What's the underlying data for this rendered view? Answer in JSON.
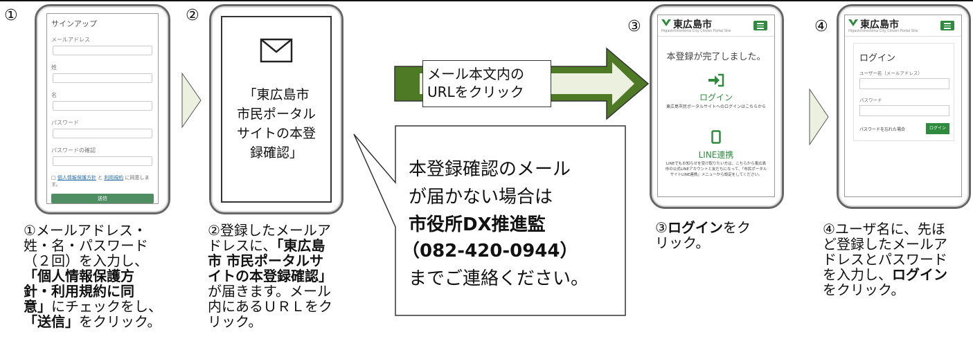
{
  "steps": {
    "n1": "①",
    "n2": "②",
    "n3": "③",
    "n4": "④"
  },
  "signup": {
    "title": "サインアップ",
    "email_label": "メールアドレス",
    "last_name_label": "姓",
    "first_name_label": "名",
    "password_label": "パスワード",
    "password_confirm_label": "パスワードの確認",
    "agree_prefix": "□ ",
    "privacy_link": "個人情報保護方針",
    "agree_and": " と ",
    "terms_link": "利用規約",
    "agree_suffix": " に同意します。",
    "submit_label": "送信"
  },
  "mail": {
    "icon": "envelope-icon",
    "subject": "「東広島市\n市民ポータル\nサイトの本登\n録確認」"
  },
  "arrow_label": "メール本文内の\nURLをクリック",
  "callout": {
    "line1": "本登録確認のメール",
    "line2": "が届かない場合は",
    "contact_name": "市役所DX推進監",
    "phone": "（082-420-0944）",
    "line5": "までご連絡ください。"
  },
  "portal": {
    "logo_text": "東広島市",
    "logo_sub": "Higashihiroshima City Citizen Portal Site",
    "menu_icon": "hamburger-menu-icon"
  },
  "complete": {
    "heading": "本登録が完了しました。",
    "login_icon": "login-icon",
    "login_label": "ログイン",
    "login_desc": "東広島市民ポータルサイトへのログインはこちらから",
    "phone_icon": "smartphone-icon",
    "line_label": "LINE連携",
    "line_desc": "LINEでもお知らせを受け取りたい方は、こちらから東広島市の公式LINEアカウントと友だちになって、「市民ポータルサイトLINE連携」メニューから設定をしてください。"
  },
  "login": {
    "title": "ログイン",
    "username_label": "ユーザー名（メールアドレス）",
    "password_label": "パスワード",
    "forgot_link": "パスワードを忘れた場合",
    "login_button": "ログイン"
  },
  "captions": {
    "c1_a": "①メールアドレス・\n姓・名・パスワード\n（２回）を入力し、",
    "c1_b": "「個人情報保護方\n針・利用規約に同\n意」",
    "c1_c": "にチェックをし、",
    "c1_d": "「送信」",
    "c1_e": "をクリック。",
    "c2_a": "②登録したメールア\nドレスに、",
    "c2_b": "「東広島\n市 市民ポータルサ\nイトの本登録確認」",
    "c2_c": "が届きます。メール\n内にあるＵＲＬをク\nリック。",
    "c3_a": "③",
    "c3_b": "ログイン",
    "c3_c": "をク\nリック。",
    "c4_a": "④ユーザ名に、先ほ\nど登録したメールア\nドレスとパスワード\nを入力し、",
    "c4_b": "ログイン",
    "c4_c": "をクリック。"
  },
  "colors": {
    "arrow_fill": "#4f7a25",
    "accent_green": "#2e8b3d",
    "triangle_fill": "#ebf1de"
  }
}
